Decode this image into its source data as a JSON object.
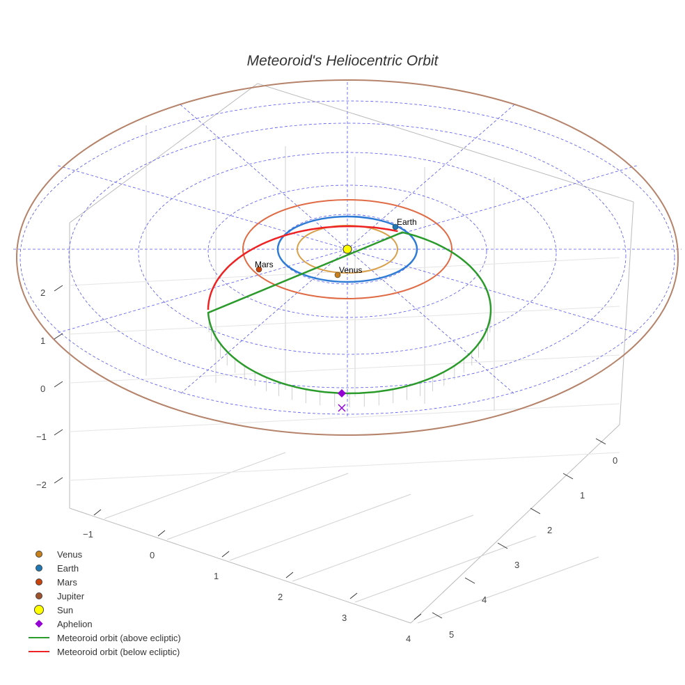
{
  "chart_data": {
    "type": "scatter3d",
    "title": "Meteoroid's Heliocentric Orbit",
    "x_ticks": [
      "−1",
      "0",
      "1",
      "2",
      "3",
      "4"
    ],
    "y_ticks": [
      "0",
      "1",
      "2",
      "3",
      "4",
      "5"
    ],
    "z_ticks": [
      "2",
      "1",
      "0",
      "−1",
      "−2"
    ],
    "planets": [
      {
        "name": "Venus",
        "a_au": 0.72,
        "color": "#c8801c",
        "orbit_color": "#d9a04a",
        "label": "Venus"
      },
      {
        "name": "Earth",
        "a_au": 1.0,
        "color": "#1f77b4",
        "orbit_color": "#2e7bd6",
        "label": "Earth"
      },
      {
        "name": "Mars",
        "a_au": 1.52,
        "color": "#c8440c",
        "orbit_color": "#e06a44",
        "label": "Mars"
      },
      {
        "name": "Jupiter",
        "a_au": 5.2,
        "color": "#a0522d",
        "orbit_color": "#b5826a"
      }
    ],
    "sun": {
      "name": "Sun",
      "color": "#ffff00"
    },
    "aphelion": {
      "name": "Aphelion",
      "color": "#9400d3"
    },
    "series": [
      {
        "name": "Meteoroid orbit (above ecliptic)",
        "color": "#2a9a2a"
      },
      {
        "name": "Meteoroid orbit (below ecliptic)",
        "color": "#ee2222"
      }
    ],
    "grid": true,
    "legend_position": "bottom-left"
  },
  "legend": [
    {
      "label": "Venus",
      "kind": "dot",
      "color": "#c8801c"
    },
    {
      "label": "Earth",
      "kind": "dot",
      "color": "#1f77b4"
    },
    {
      "label": "Mars",
      "kind": "dot",
      "color": "#c8440c"
    },
    {
      "label": "Jupiter",
      "kind": "dot",
      "color": "#a0522d"
    },
    {
      "label": "Sun",
      "kind": "sun",
      "color": "#ffff00"
    },
    {
      "label": "Aphelion",
      "kind": "diamond",
      "color": "#9400d3"
    },
    {
      "label": "Meteoroid orbit (above ecliptic)",
      "kind": "line",
      "color": "#2a9a2a"
    },
    {
      "label": "Meteoroid orbit (below ecliptic)",
      "kind": "line",
      "color": "#ee2222"
    }
  ]
}
